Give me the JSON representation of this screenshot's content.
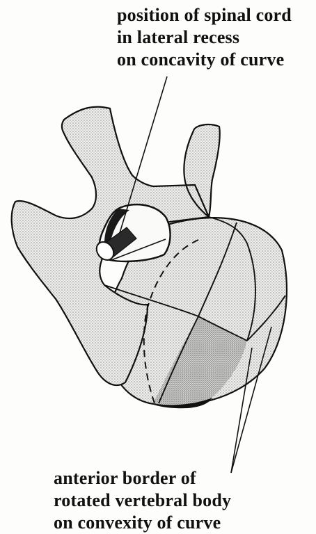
{
  "labels": {
    "top": [
      "position of spinal cord",
      "in lateral recess",
      "on concavity of curve"
    ],
    "bottom": [
      "anterior border of",
      "rotated vertebral body",
      "on convexity of curve"
    ]
  },
  "colors": {
    "ink": "#111111",
    "stipple": "#c8c8c8",
    "shaded_body": "#a9a9a9",
    "background": "#fdfdfb"
  }
}
